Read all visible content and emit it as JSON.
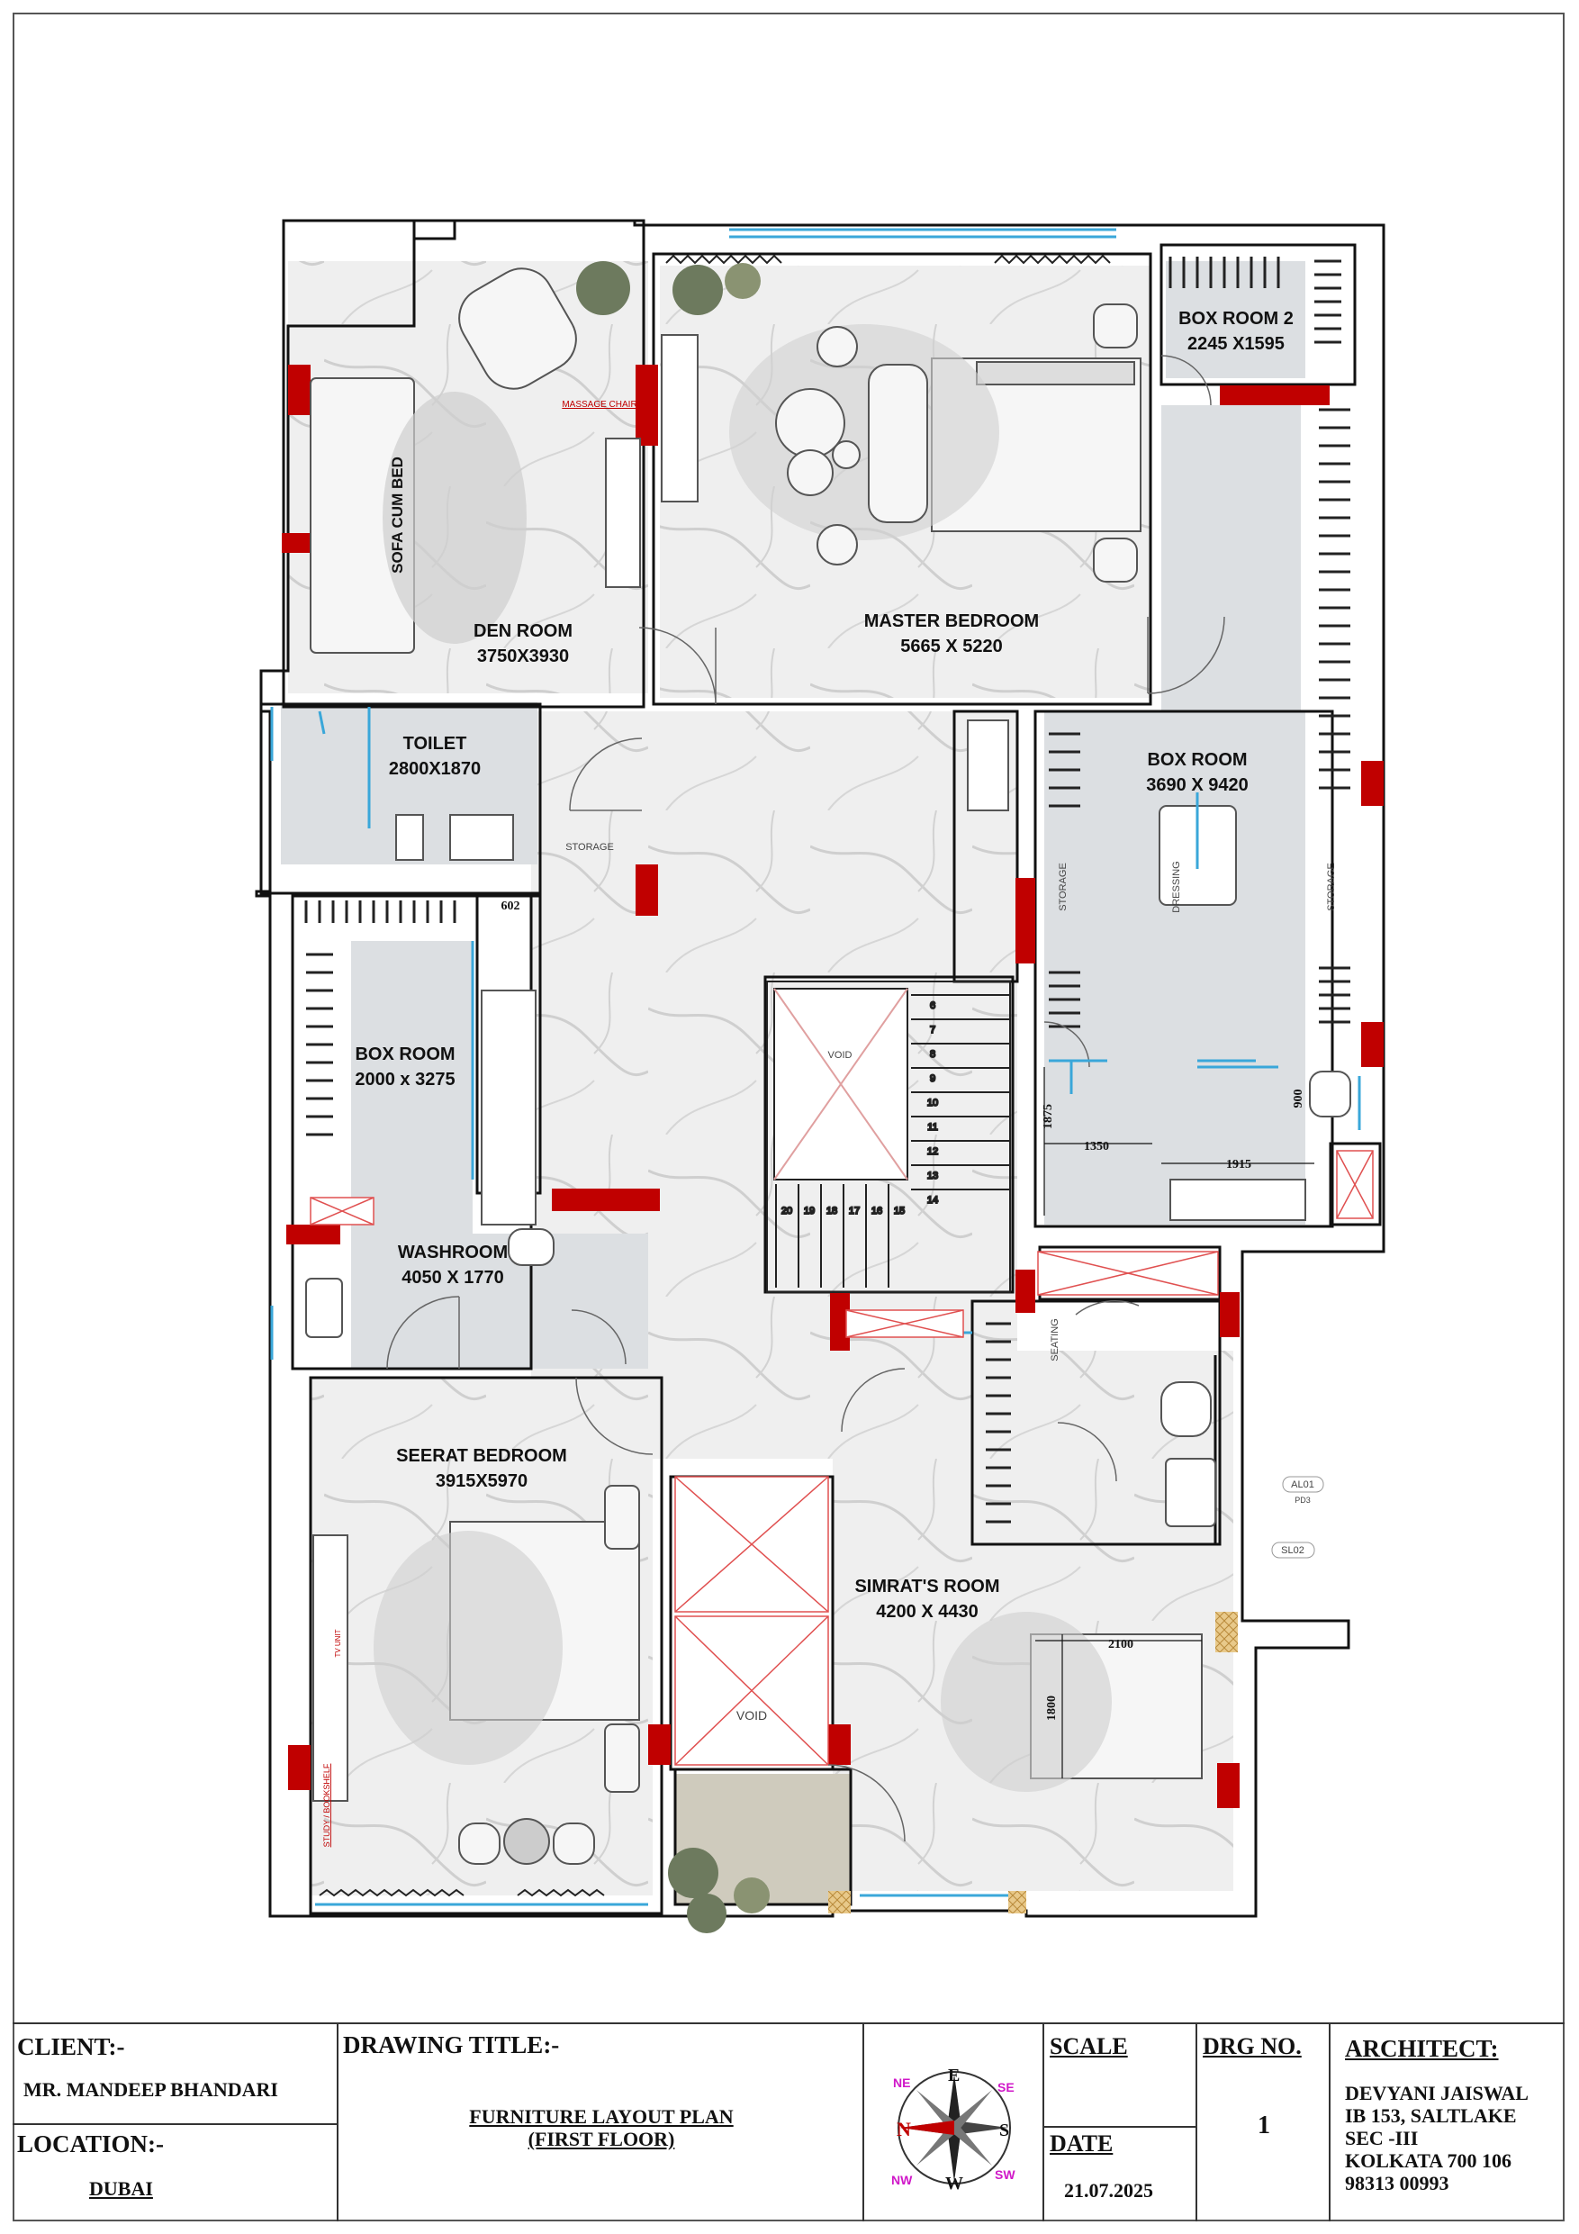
{
  "plan": {
    "rooms": [
      {
        "name": "DEN ROOM",
        "size": "3750X3930"
      },
      {
        "name": "MASTER BEDROOM",
        "size": "5665 X 5220"
      },
      {
        "name": "BOX ROOM 2",
        "size": "2245 X1595"
      },
      {
        "name": "TOILET",
        "size": "2800X1870"
      },
      {
        "name": "BOX ROOM",
        "size": "3690 X 9420"
      },
      {
        "name": "BOX ROOM",
        "size": "2000 x 3275"
      },
      {
        "name": "WASHROOM",
        "size": "4050 X 1770"
      },
      {
        "name": "SEERAT BEDROOM",
        "size": "3915X5970"
      },
      {
        "name": "SIMRAT'S ROOM",
        "size": "4200 X 4430"
      }
    ],
    "labels": {
      "sofa": "SOFA CUM BED",
      "massage": "MASSAGE CHAIR",
      "storage": "STORAGE",
      "storage2": "STORAGE",
      "storage3": "STORAGE",
      "dressing": "DRESSING",
      "void1": "VOID",
      "void2": "VOID",
      "seating": "SEATING",
      "tv": "TV UNIT",
      "study": "STUDY / BOOKSHELF",
      "al01": "AL01",
      "pd3": "PD3",
      "sl02": "SL02"
    },
    "dims": {
      "d602": "602",
      "d1875": "1875",
      "d1350": "1350",
      "d1915": "1915",
      "d900": "900",
      "d2100": "2100",
      "d1800": "1800"
    },
    "stairs_right": [
      "6",
      "7",
      "8",
      "9",
      "10",
      "11",
      "12",
      "13",
      "14"
    ],
    "stairs_bottom": [
      "20",
      "19",
      "18",
      "17",
      "16",
      "15"
    ]
  },
  "title_block": {
    "client_label": "CLIENT:-",
    "client_name": "MR.  MANDEEP BHANDARI",
    "location_label": "LOCATION:-",
    "location_value": "DUBAI",
    "drawing_title_label": "DRAWING TITLE:-",
    "drawing_title_line1": "FURNITURE LAYOUT PLAN",
    "drawing_title_line2": "(FIRST FLOOR)",
    "compass": {
      "n": "N",
      "e": "E",
      "s": "S",
      "w": "W",
      "ne": "NE",
      "se": "SE",
      "sw": "SW",
      "nw": "NW"
    },
    "scale_label": "SCALE",
    "date_label": "DATE",
    "date_value": "21.07.2025",
    "drg_label": "DRG NO.",
    "drg_value": "1",
    "architect_label": "ARCHITECT:",
    "architect_lines": [
      "DEVYANI JAISWAL",
      "IB 153, SALTLAKE",
      "SEC -III",
      "KOLKATA 700 106",
      "98313 00993"
    ]
  },
  "colors": {
    "wall": "#111111",
    "column": "#c00000",
    "floor": "#ececec",
    "tile": "#d9dcdf",
    "accent_blue": "#3aa7d9"
  }
}
